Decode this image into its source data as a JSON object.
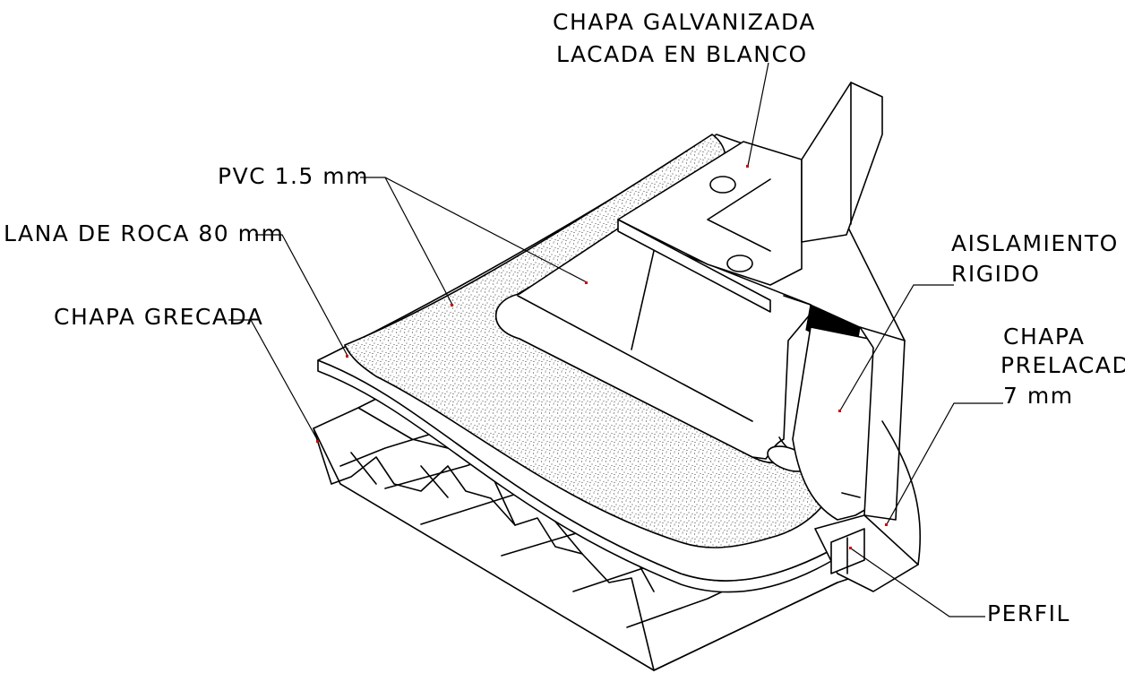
{
  "labels": {
    "chapa_galvanizada_1": "CHAPA GALVANIZADA",
    "chapa_galvanizada_2": "LACADA EN BLANCO",
    "pvc": "PVC 1.5 mm",
    "lana_de_roca": "LANA DE ROCA 80 mm",
    "chapa_grecada": "CHAPA GRECADA",
    "aislamiento_1": "AISLAMIENTO",
    "aislamiento_2": "RIGIDO",
    "chapa_prelacada_1": "CHAPA",
    "chapa_prelacada_2": "PRELACADA",
    "chapa_prelacada_3": "7 mm",
    "perfil": "PERFIL"
  },
  "colors": {
    "line": "#000000",
    "background": "#ffffff",
    "pointer_dot": "#cc0000",
    "tape": "#000000"
  }
}
